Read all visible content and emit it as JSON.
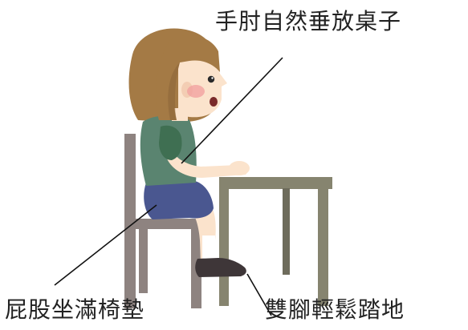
{
  "labels": {
    "elbows": "手肘自然垂放桌子",
    "hips": "屁股坐滿椅墊",
    "feet": "雙腳輕鬆踏地"
  },
  "colors": {
    "hair": "#a47a45",
    "hair_dark": "#7d5a30",
    "skin": "#fbe3cc",
    "shirt": "#5a8470",
    "sleeve": "#3f6f52",
    "shorts": "#4a5790",
    "chair": "#8e8380",
    "table": "#86846f",
    "shoes": "#3e3638",
    "line": "#111111"
  }
}
